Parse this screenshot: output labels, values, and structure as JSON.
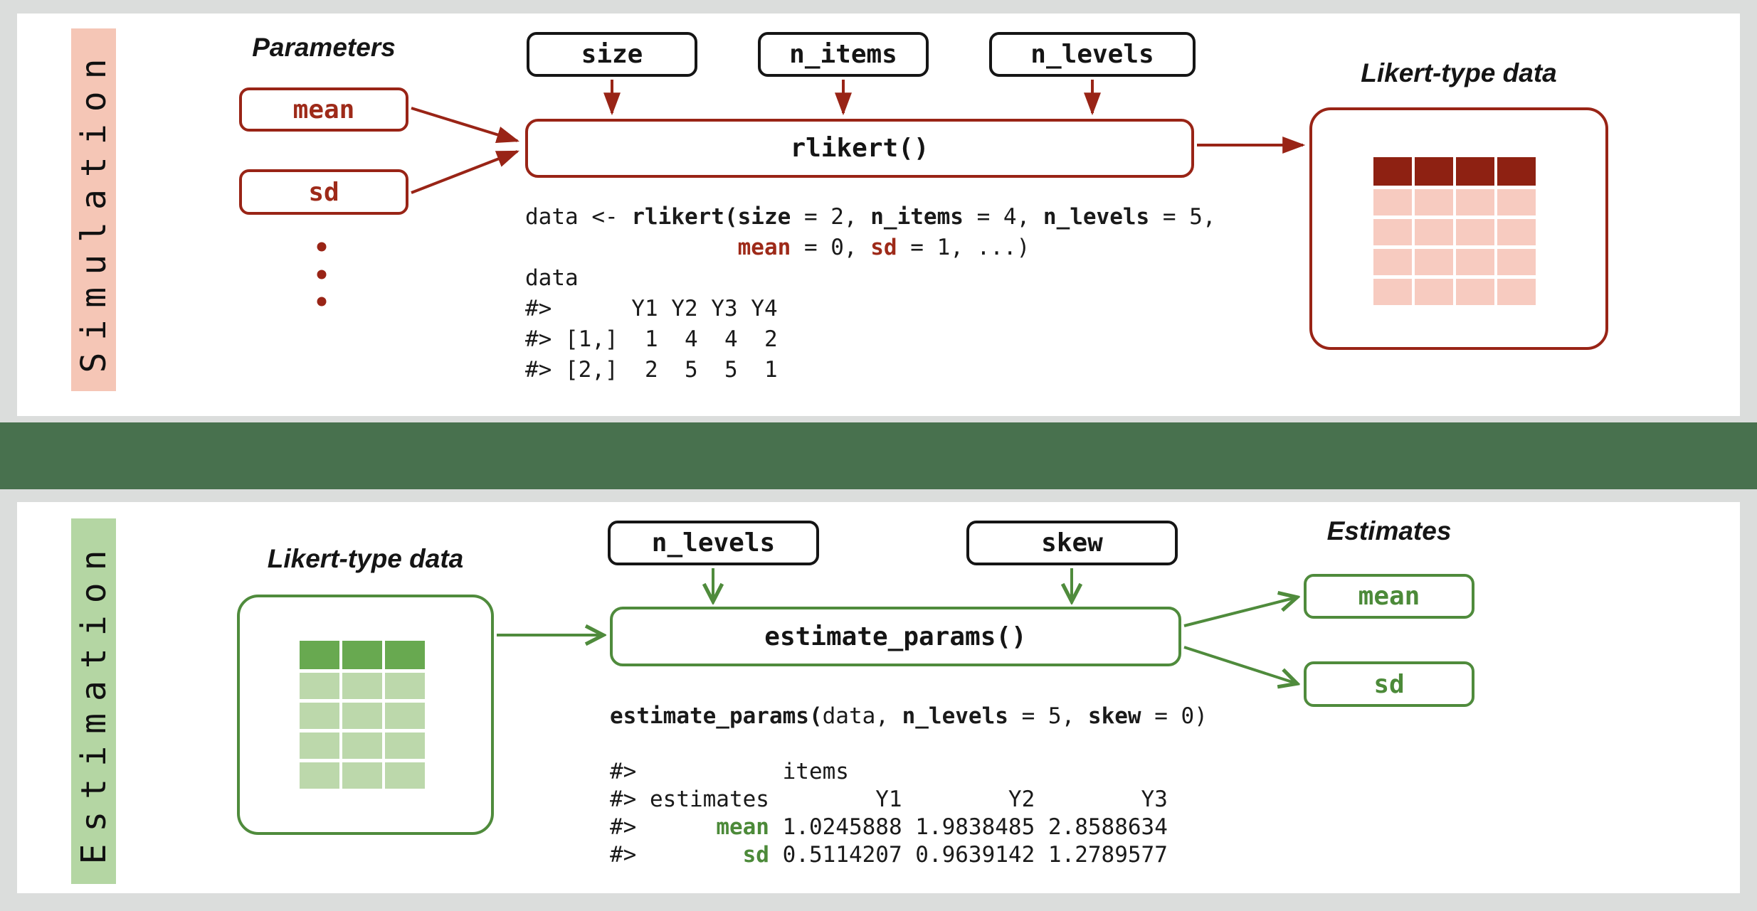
{
  "colors": {
    "background": "#dbdddc",
    "panel": "#ffffff",
    "divider_band": "#48714e",
    "simulation_strip": "#f5c6b6",
    "estimation_strip": "#b4d6a3",
    "red_border": "#992416",
    "red_text": "#9e2a19",
    "red_table_header": "#8e2112",
    "red_table_cell": "#f7cbc0",
    "green_border": "#4f8b3c",
    "green_text": "#4c8a39",
    "green_table_header": "#68a950",
    "green_table_cell": "#bcd8ab",
    "black_border": "#151515"
  },
  "simulation": {
    "section_label": "Simulation",
    "parameters_heading": "Parameters",
    "param_boxes_red": [
      "mean",
      "sd"
    ],
    "param_boxes_black": [
      "size",
      "n_items",
      "n_levels"
    ],
    "function_label": "rlikert()",
    "output_heading": "Likert-type data",
    "table": {
      "columns": 4,
      "data_rows": 4,
      "header_color": "#8e2112",
      "cell_color": "#f7cbc0"
    },
    "code": [
      [
        [
          "p",
          "data <- "
        ],
        [
          "b",
          "rlikert("
        ],
        [
          "b",
          "size"
        ],
        [
          "p",
          " = 2, "
        ],
        [
          "b",
          "n_items"
        ],
        [
          "p",
          " = 4, "
        ],
        [
          "b",
          "n_levels"
        ],
        [
          "p",
          " = 5,"
        ]
      ],
      [
        [
          "p",
          "                "
        ],
        [
          "rb",
          "mean"
        ],
        [
          "p",
          " = 0, "
        ],
        [
          "rb",
          "sd"
        ],
        [
          "p",
          " = 1, ...)"
        ]
      ],
      [
        [
          "p",
          "data"
        ]
      ],
      [
        [
          "p",
          "#>      Y1 Y2 Y3 Y4"
        ]
      ],
      [
        [
          "p",
          "#> [1,]  1  4  4  2"
        ]
      ],
      [
        [
          "p",
          "#> [2,]  2  5  5  1"
        ]
      ]
    ]
  },
  "estimation": {
    "section_label": "Estimation",
    "input_heading": "Likert-type data",
    "param_boxes_black": [
      "n_levels",
      "skew"
    ],
    "function_label": "estimate_params()",
    "estimates_heading": "Estimates",
    "estimate_boxes_green": [
      "mean",
      "sd"
    ],
    "table": {
      "columns": 3,
      "data_rows": 4,
      "header_color": "#68a950",
      "cell_color": "#bcd8ab"
    },
    "code": [
      [
        [
          "b",
          "estimate_params("
        ],
        [
          "p",
          "data, "
        ],
        [
          "b",
          "n_levels"
        ],
        [
          "p",
          " = 5, "
        ],
        [
          "b",
          "skew"
        ],
        [
          "p",
          " = 0)"
        ]
      ],
      [],
      [
        [
          "p",
          "#>           items"
        ]
      ],
      [
        [
          "p",
          "#> estimates        Y1        Y2        Y3"
        ]
      ],
      [
        [
          "p",
          "#>      "
        ],
        [
          "gb",
          "mean"
        ],
        [
          "p",
          " 1.0245888 1.9838485 2.8588634"
        ]
      ],
      [
        [
          "p",
          "#>        "
        ],
        [
          "gb",
          "sd"
        ],
        [
          "p",
          " 0.5114207 0.9639142 1.2789577"
        ]
      ]
    ]
  }
}
